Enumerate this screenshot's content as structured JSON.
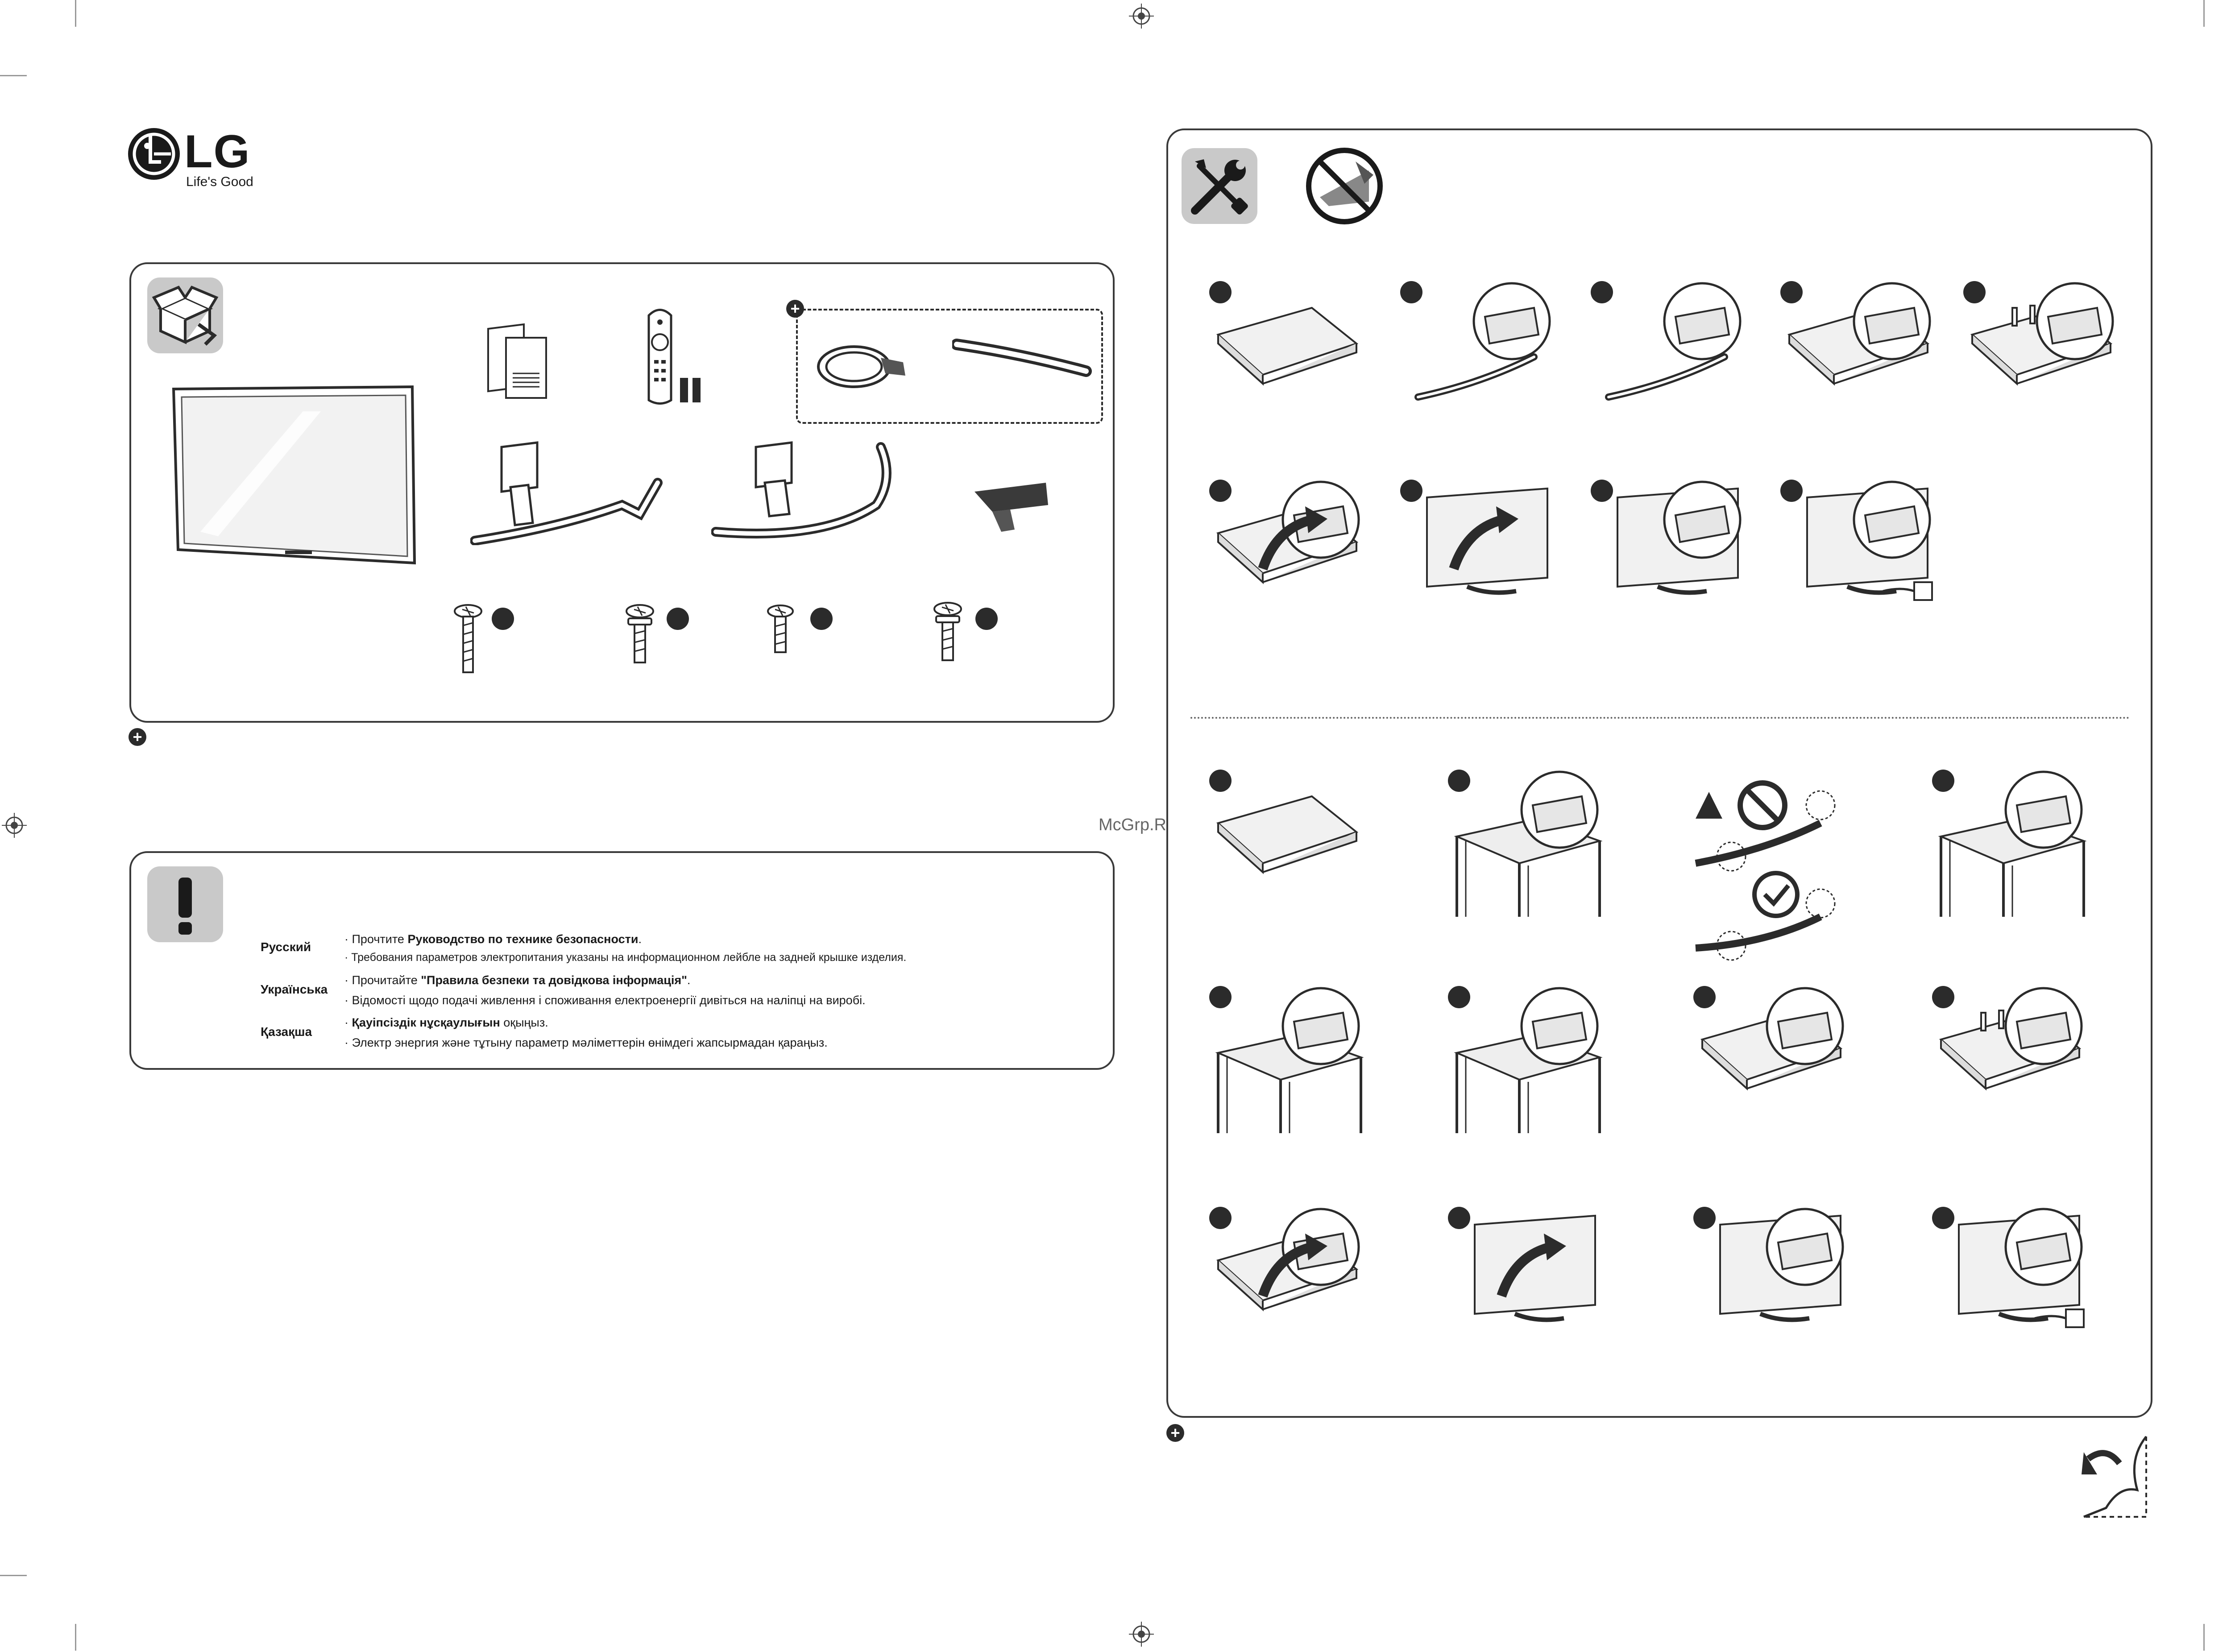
{
  "brand": {
    "logo_text": "LG",
    "tagline": "Life's Good",
    "color": "#1a1a1a"
  },
  "watermark": "McGrp.Ru",
  "warning": {
    "icon": "exclamation-icon",
    "rows": [
      {
        "language": "Русский",
        "line1_prefix": "· Прочтите ",
        "line1_bold": "Руководство по технике безопасности",
        "line1_suffix": ".",
        "line2": "· Требования параметров электропитания указаны на информационном лейбле на задней крышке изделия."
      },
      {
        "language": "Українська",
        "line1_prefix": "· Прочитайте ",
        "line1_bold": "\"Правила безпеки та довідкова інформація\"",
        "line1_suffix": ".",
        "line2": "· Відомості щодо подачі живлення і споживання електроенергії дивіться на наліпці на виробі."
      },
      {
        "language": "Қазақша",
        "line1_prefix": "· ",
        "line1_bold": "Қауіпсіздік нұсқаулығын",
        "line1_suffix": " оқыңыз.",
        "line2": "· Электр энергия және тұтыну параметр мәліметтерін өнімдегі жапсырмадан қараңыз."
      }
    ]
  },
  "colors": {
    "ink": "#2b2b2b",
    "panel_border": "#3a3a3a",
    "icon_bg": "#c9c9c9"
  }
}
